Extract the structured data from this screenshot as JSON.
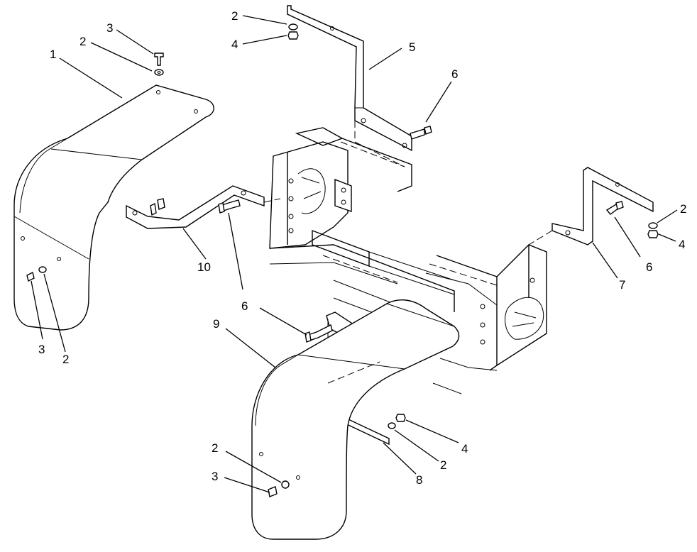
{
  "callouts": [
    {
      "id": "c1",
      "text": "1"
    },
    {
      "id": "c2",
      "text": "2"
    },
    {
      "id": "c3",
      "text": "3"
    },
    {
      "id": "c4",
      "text": "2"
    },
    {
      "id": "c5",
      "text": "4"
    },
    {
      "id": "c6",
      "text": "5"
    },
    {
      "id": "c7",
      "text": "6"
    },
    {
      "id": "c8",
      "text": "2"
    },
    {
      "id": "c9",
      "text": "4"
    },
    {
      "id": "c10",
      "text": "6"
    },
    {
      "id": "c11",
      "text": "7"
    },
    {
      "id": "c12",
      "text": "10"
    },
    {
      "id": "c13",
      "text": "3"
    },
    {
      "id": "c14",
      "text": "2"
    },
    {
      "id": "c15",
      "text": "6"
    },
    {
      "id": "c16",
      "text": "9"
    },
    {
      "id": "c17",
      "text": "4"
    },
    {
      "id": "c18",
      "text": "2"
    },
    {
      "id": "c19",
      "text": "8"
    },
    {
      "id": "c20",
      "text": "2"
    },
    {
      "id": "c21",
      "text": "3"
    }
  ]
}
